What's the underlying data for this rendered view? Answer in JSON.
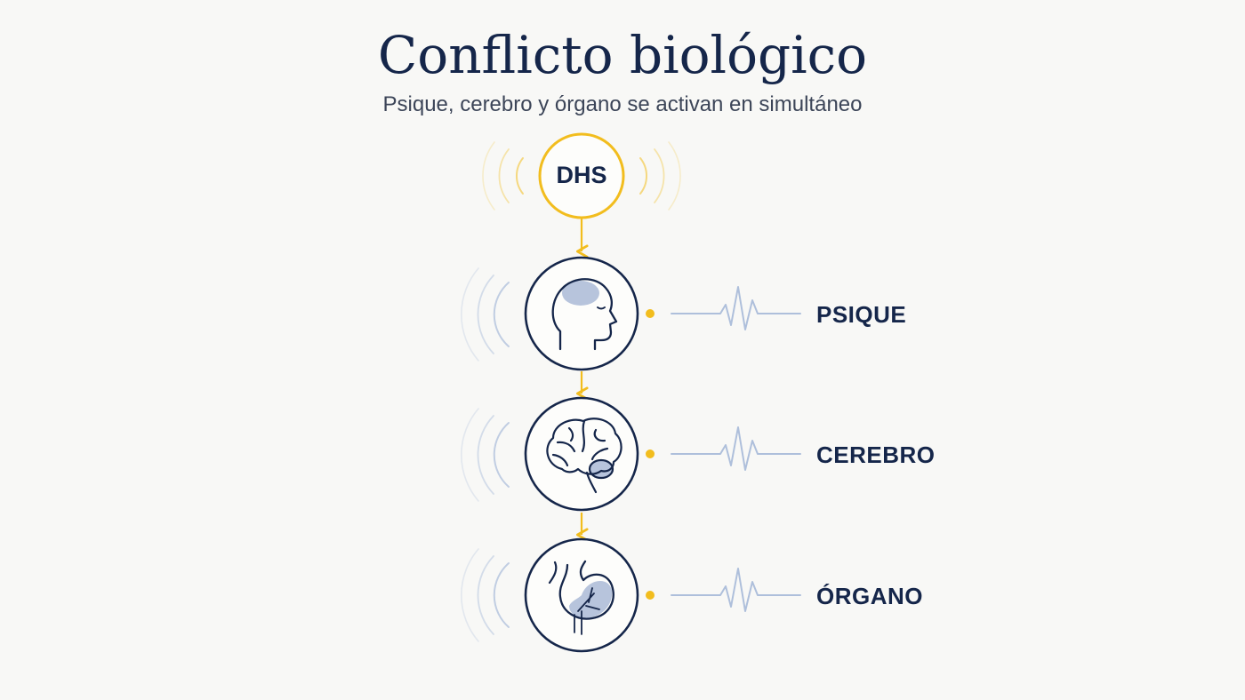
{
  "title": "Conflicto biológico",
  "subtitle": "Psique, cerebro y órgano se activan en simultáneo",
  "trigger": {
    "label": "DHS",
    "icon": "trigger-ring"
  },
  "levels": [
    {
      "label": "PSIQUE",
      "icon": "head-profile-icon"
    },
    {
      "label": "CEREBRO",
      "icon": "brain-icon"
    },
    {
      "label": "ÓRGANO",
      "icon": "stomach-icon"
    }
  ],
  "colors": {
    "navy": "#15264a",
    "gold": "#f2bd1e",
    "light_blue": "#aebfdb",
    "fill_blue": "#b7c4dc",
    "background": "#f8f8f6"
  }
}
